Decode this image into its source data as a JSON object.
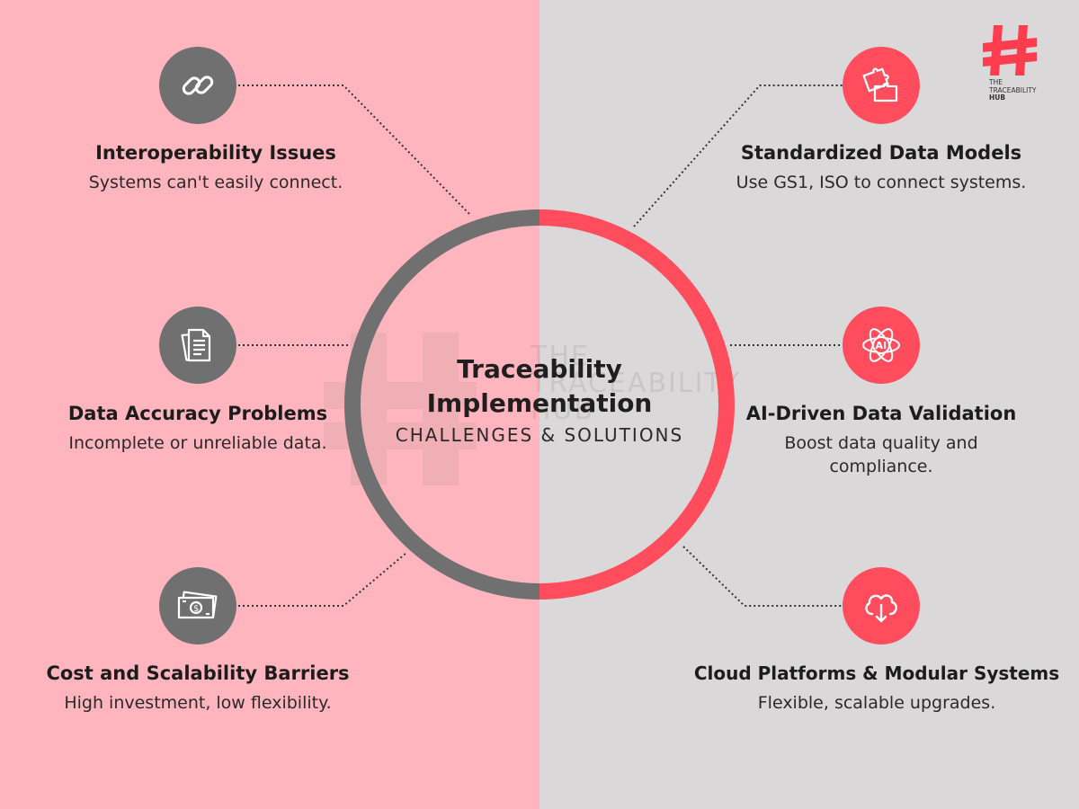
{
  "center": {
    "title_line1": "Traceability",
    "title_line2": "Implementation",
    "subtitle": "CHALLENGES & SOLUTIONS"
  },
  "challenges": [
    {
      "title": "Interoperability Issues",
      "description": "Systems can't easily connect.",
      "icon": "link-icon"
    },
    {
      "title": "Data Accuracy Problems",
      "description": "Incomplete or unreliable data.",
      "icon": "documents-icon"
    },
    {
      "title": "Cost and Scalability Barriers",
      "description": "High investment, low flexibility.",
      "icon": "money-icon"
    }
  ],
  "solutions": [
    {
      "title": "Standardized Data Models",
      "description": "Use GS1, ISO to connect systems.",
      "icon": "puzzle-icon"
    },
    {
      "title": "AI-Driven Data Validation",
      "description": "Boost data quality and compliance.",
      "icon": "ai-icon"
    },
    {
      "title": "Cloud Platforms & Modular Systems",
      "description": "Flexible, scalable upgrades.",
      "icon": "cloud-download-icon"
    }
  ],
  "logo": {
    "line1": "THE",
    "line2": "TRACEABILITY",
    "line3": "HUB"
  },
  "watermark": {
    "line1": "THE",
    "line2": "TRACEABILITY",
    "line3": "HUB"
  },
  "colors": {
    "left_background": "#ffb5bd",
    "right_background": "#dad8d9",
    "challenge_accent": "#707070",
    "solution_accent": "#ff4d5e"
  }
}
